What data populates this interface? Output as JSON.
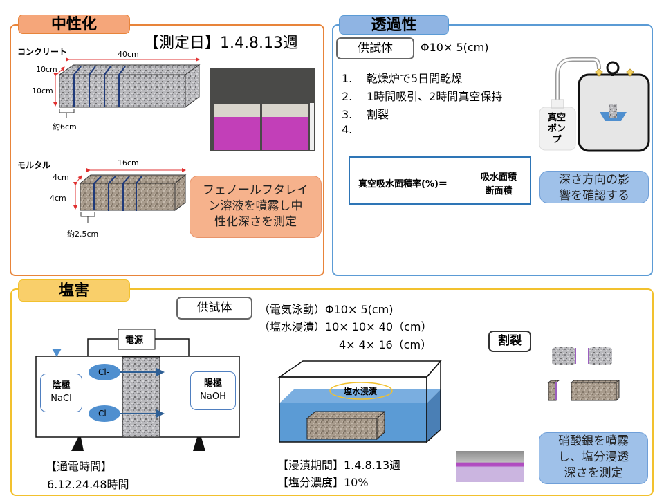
{
  "colors": {
    "neutralization_accent": "#e8843a",
    "neutralization_tab": "#f5a67a",
    "permeability_accent": "#5b9bd5",
    "permeability_tab": "#8fb4e3",
    "salt_accent": "#f2c12e",
    "salt_tab": "#f9cf6a",
    "water": "#4f8fcf",
    "phenol_purple": "#c040b0",
    "blue_line": "#1f3a7a"
  },
  "neutralization": {
    "title": "中性化",
    "measure_date": "【測定日】1.4.8.13週",
    "concrete": {
      "label": "コンクリート",
      "length": "40cm",
      "width": "10cm",
      "height": "10cm",
      "spacing": "約6cm"
    },
    "mortar": {
      "label": "モルタル",
      "length": "16cm",
      "width": "4cm",
      "height": "4cm",
      "spacing": "約2.5cm"
    },
    "callout": [
      "フェノールフタレイ",
      "ン溶液を噴霧し中",
      "性化深さを測定"
    ]
  },
  "permeability": {
    "title": "透過性",
    "specimen_label": "供試体",
    "specimen_size": "Φ10× 5(cm)",
    "steps": [
      {
        "num": "1.",
        "text": "乾燥炉で5日間乾燥"
      },
      {
        "num": "2.",
        "text": "1時間吸引、2時間真空保持"
      },
      {
        "num": "3.",
        "text": "割裂"
      },
      {
        "num": "4.",
        "text": ""
      }
    ],
    "pump_label": [
      "真空",
      "ポン",
      "プ"
    ],
    "formula": {
      "lhs": "真空吸水面積率(%)＝",
      "numerator": "吸水面積",
      "denominator": "断面積"
    },
    "callout": [
      "深さ方向の影",
      "響を確認する"
    ]
  },
  "salt_damage": {
    "title": "塩害",
    "specimen_label": "供試体",
    "specimen_lines": [
      "（電気泳動）Φ10× 5(cm)",
      "（塩水浸漬）10× 10× 40（cm）",
      "4× 4× 16（cm）"
    ],
    "power_label": "電源",
    "cathode": [
      "陰極",
      "NaCl"
    ],
    "anode": [
      "陽極",
      "NaOH"
    ],
    "ion_label": "Cl-",
    "energize_title": "【通電時間】",
    "energize_values": "6.12.24.48時間",
    "immersion_label": "塩水浸漬",
    "immersion_period": "【浸漬期間】1.4.8.13週",
    "salt_concentration": "【塩分濃度】10%",
    "split_label": "割裂",
    "callout": [
      "硝酸銀を噴霧",
      "し、塩分浸透",
      "深さを測定"
    ]
  }
}
